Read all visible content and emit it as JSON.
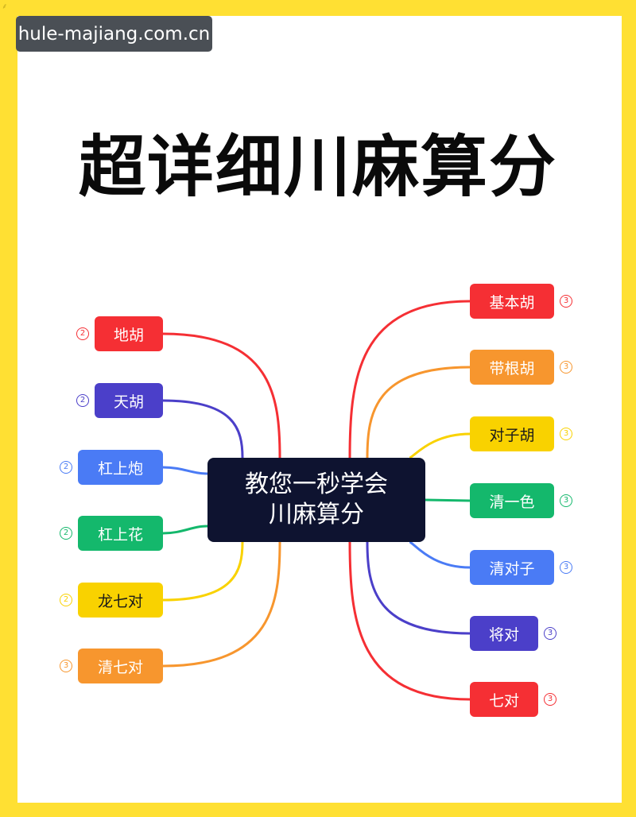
{
  "watermark": "hule-majiang.com.cn",
  "title": "超详细川麻算分",
  "center": {
    "line1": "教您一秒学会",
    "line2": "川麻算分"
  },
  "left_nodes": [
    {
      "label": "地胡",
      "badge": "2",
      "color": "#F52F34"
    },
    {
      "label": "天胡",
      "badge": "2",
      "color": "#4B3FC9"
    },
    {
      "label": "杠上炮",
      "badge": "2",
      "color": "#4A7BF5"
    },
    {
      "label": "杠上花",
      "badge": "2",
      "color": "#14B86C"
    },
    {
      "label": "龙七对",
      "badge": "2",
      "color": "#F9D200"
    },
    {
      "label": "清七对",
      "badge": "3",
      "color": "#F7962E"
    }
  ],
  "right_nodes": [
    {
      "label": "基本胡",
      "badge": "3",
      "color": "#F52F34"
    },
    {
      "label": "带根胡",
      "badge": "3",
      "color": "#F7962E"
    },
    {
      "label": "对子胡",
      "badge": "3",
      "color": "#F9D200"
    },
    {
      "label": "清一色",
      "badge": "3",
      "color": "#14B86C"
    },
    {
      "label": "清对子",
      "badge": "3",
      "color": "#4A7BF5"
    },
    {
      "label": "将对",
      "badge": "3",
      "color": "#4B3FC9"
    },
    {
      "label": "七对",
      "badge": "3",
      "color": "#F52F34"
    }
  ]
}
